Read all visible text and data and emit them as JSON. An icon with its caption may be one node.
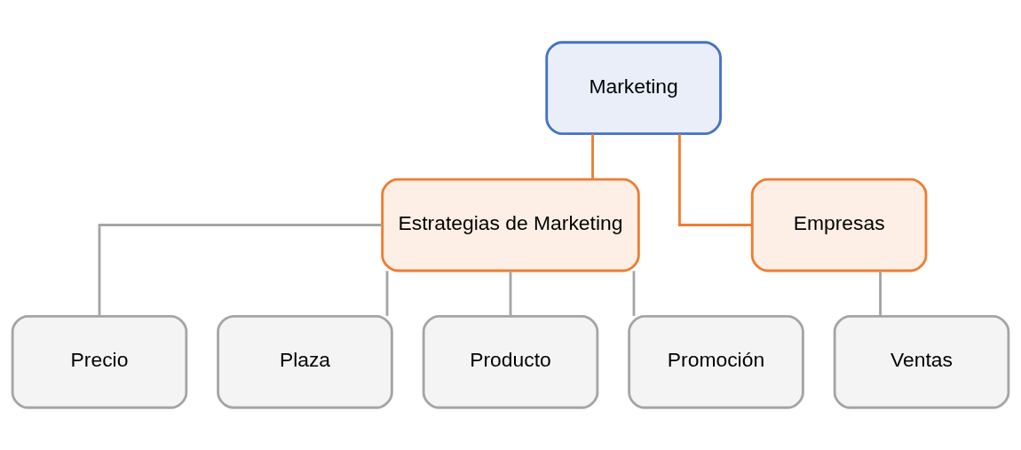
{
  "diagram": {
    "nodes": [
      {
        "text": [
          "Marketing"
        ]
      },
      {
        "text": [
          "Estrategias de Marketing"
        ]
      },
      {
        "text": [
          "Empresas"
        ]
      },
      {
        "text": [
          "Precio"
        ]
      },
      {
        "text": [
          "Plaza"
        ]
      },
      {
        "text": [
          "Producto"
        ]
      },
      {
        "text": [
          "Promoción"
        ]
      },
      {
        "text": [
          "Ventas"
        ]
      }
    ],
    "edges": [
      {
        "from": 0,
        "to": 1,
        "arrow": "none",
        "color": "#ed7d31"
      },
      {
        "from": 0,
        "to": 2,
        "arrow": "none",
        "color": "#ed7d31"
      },
      {
        "from": 1,
        "to": 3,
        "arrow": "none"
      },
      {
        "from": 1,
        "to": 4,
        "arrow": "none"
      },
      {
        "from": 1,
        "to": 5,
        "arrow": "none"
      },
      {
        "from": 1,
        "to": 6,
        "arrow": "none"
      },
      {
        "from": 2,
        "to": 7,
        "arrow": "none"
      }
    ]
  }
}
